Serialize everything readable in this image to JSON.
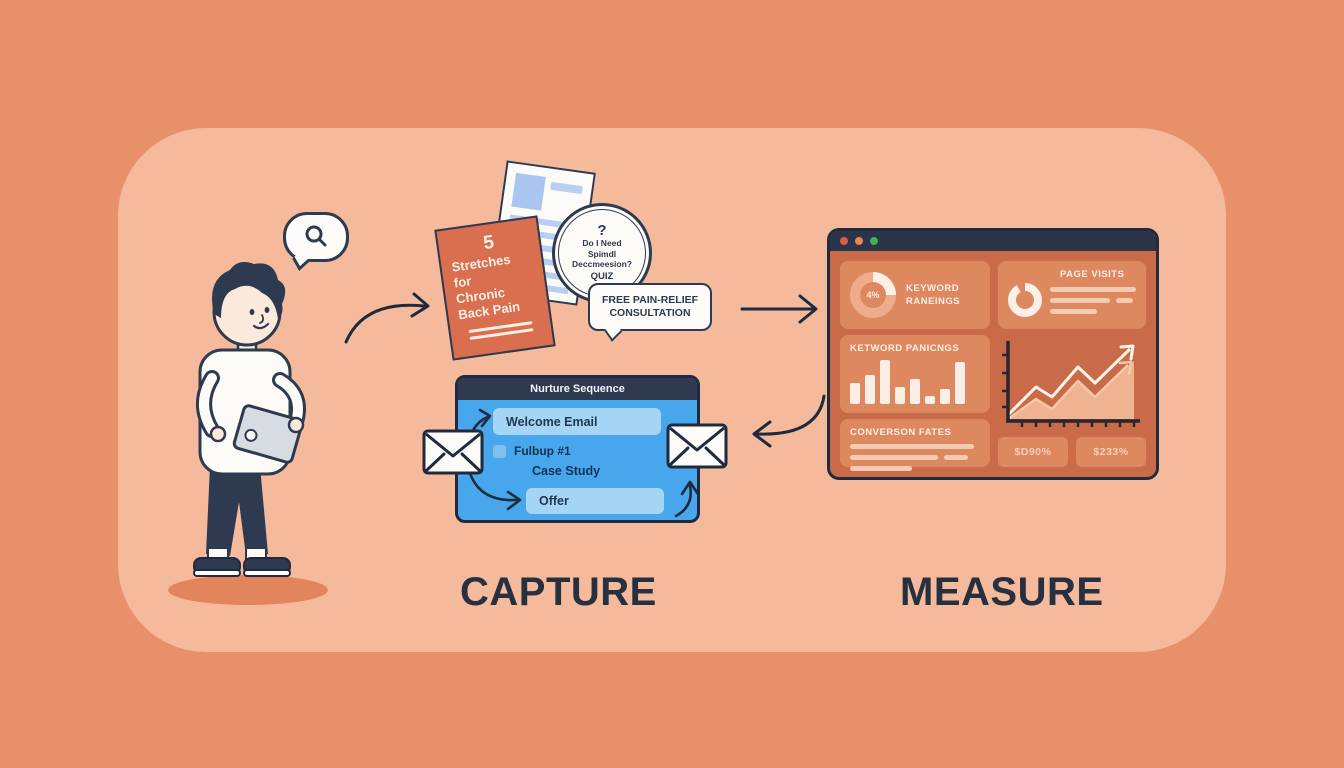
{
  "stage_labels": {
    "capture": "CAPTURE",
    "measure": "MEASURE"
  },
  "lead_magnets": {
    "ebook_card": {
      "lines": [
        "5",
        "Stretches",
        "for",
        "Chronic",
        "Back Pain"
      ]
    },
    "quiz_badge": {
      "question_mark": "?",
      "line1": "Do I Need",
      "line2": "Spimdl",
      "line3": "Deccmeesion?",
      "label": "QUIZ"
    },
    "consultation_bubble": {
      "line1": "FREE PAIN-RELIEF",
      "line2": "CONSULTATION"
    }
  },
  "nurture": {
    "title": "Nurture Sequence",
    "steps": {
      "welcome": "Welcome Email",
      "followup": "Fulbup #1",
      "case_study": "Case Study",
      "offer": "Offer"
    }
  },
  "dashboard": {
    "cards": {
      "keyword_rankings_donut": {
        "value": "4%",
        "label_line1": "KEYWORD",
        "label_line2": "RANEINGS",
        "donut_pct": 25
      },
      "page_visits": {
        "label": "PAGE VISITS"
      },
      "keyword_rankings_bars": {
        "label": "KETWORD PANICNGS",
        "bar_heights_pct": [
          45,
          62,
          95,
          38,
          55,
          18,
          32,
          92
        ]
      },
      "conversion_rates": {
        "label": "CONVERSON FATES"
      },
      "stat_pills": [
        "$D90%",
        "$233%"
      ]
    },
    "window_controls": [
      "#E05A49",
      "#E8874F",
      "#44B154"
    ]
  },
  "colors": {
    "outer_bg": "#E8906A",
    "panel_bg": "#F5BA9B",
    "navy": "#2E3A50",
    "ebook_orange": "#D96F4E",
    "dashboard_body": "#C96B48",
    "dashboard_card": "#DE8860",
    "donut_arc": "#FBEFE6",
    "donut_track": "#EDAD8C",
    "nurture_blue": "#47A6EC",
    "nurture_pill": "#A6D4F4",
    "nurture_header": "#2E3A4F"
  }
}
